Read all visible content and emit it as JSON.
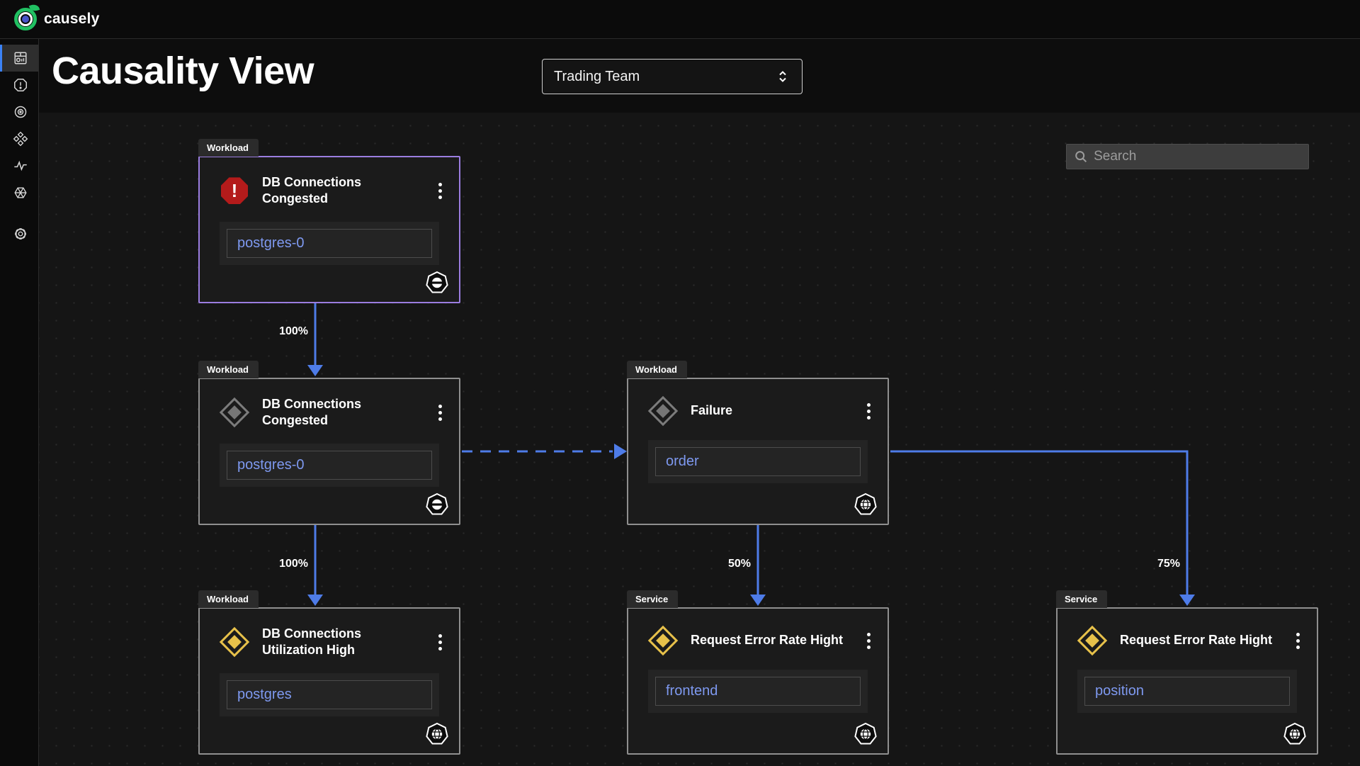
{
  "brand": {
    "name": "causely"
  },
  "page": {
    "title": "Causality View"
  },
  "team_selector": {
    "value": "Trading Team"
  },
  "search": {
    "placeholder": "Search"
  },
  "sidebar": {
    "items": [
      {
        "icon": "dashboard-icon",
        "selected": true
      },
      {
        "icon": "alert-octagon-icon",
        "selected": false
      },
      {
        "icon": "target-icon",
        "selected": false
      },
      {
        "icon": "diamonds-cluster-icon",
        "selected": false
      },
      {
        "icon": "activity-pulse-icon",
        "selected": false
      },
      {
        "icon": "hex-wheel-icon",
        "selected": false
      },
      {
        "icon": "gear-icon",
        "selected": false
      }
    ]
  },
  "colors": {
    "edge_blue": "#4e7ce8",
    "selected_node_border": "#9b7de0",
    "node_border": "#8f8f8f",
    "critical_red": "#b41b1b",
    "warning_yellow": "#e7c14a",
    "entity_link": "#7e99f0",
    "sidebar_active": "#3b82f6"
  },
  "graph": {
    "nodes": [
      {
        "category": "Workload",
        "severity": "critical",
        "title": "DB Connections Congested",
        "entity": "postgres-0",
        "badge": "statefulset-icon",
        "selected": true
      },
      {
        "category": "Workload",
        "severity": "cleared",
        "title": "DB Connections Congested",
        "entity": "postgres-0",
        "badge": "statefulset-icon",
        "selected": false
      },
      {
        "category": "Workload",
        "severity": "cleared",
        "title": "Failure",
        "entity": "order",
        "badge": "globe-icon",
        "selected": false
      },
      {
        "category": "Workload",
        "severity": "warning",
        "title": "DB Connections Utilization High",
        "entity": "postgres",
        "badge": "globe-icon",
        "selected": false
      },
      {
        "category": "Service",
        "severity": "warning",
        "title": "Request Error Rate Hight",
        "entity": "frontend",
        "badge": "globe-icon",
        "selected": false
      },
      {
        "category": "Service",
        "severity": "warning",
        "title": "Request Error Rate Hight",
        "entity": "position",
        "badge": "globe-icon",
        "selected": false
      }
    ],
    "edges": [
      {
        "from": 0,
        "to": 1,
        "label": "100%",
        "style": "solid"
      },
      {
        "from": 1,
        "to": 3,
        "label": "100%",
        "style": "solid"
      },
      {
        "from": 1,
        "to": 2,
        "label": "",
        "style": "dashed"
      },
      {
        "from": 2,
        "to": 4,
        "label": "50%",
        "style": "solid"
      },
      {
        "from": 2,
        "to": 5,
        "label": "75%",
        "style": "solid"
      }
    ]
  }
}
